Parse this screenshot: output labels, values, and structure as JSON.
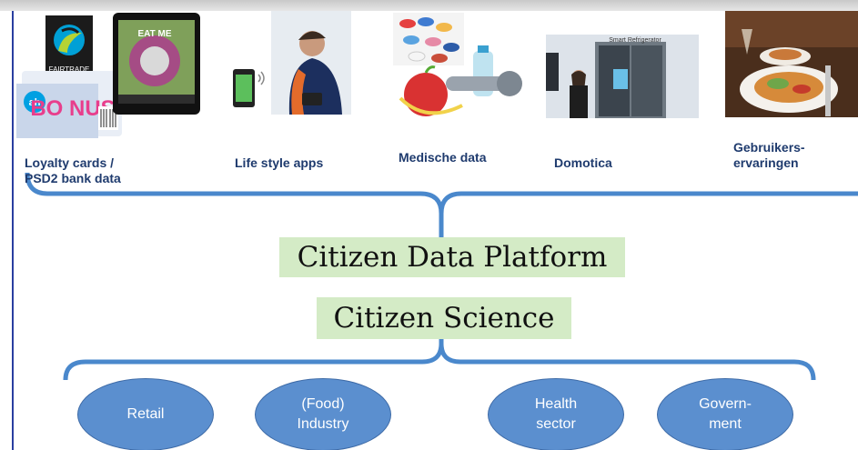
{
  "sources": [
    {
      "id": "loyalty",
      "label_line1": "Loyalty cards /",
      "label_line2": "PSD2 bank data",
      "logo_text": "FAIRTRADE",
      "bonus_text": "BO NUS",
      "ah_text": "ah",
      "phone_text": "EAT ME"
    },
    {
      "id": "lifestyle",
      "label_line1": "Life style apps",
      "label_line2": ""
    },
    {
      "id": "medical",
      "label_line1": "Medische data",
      "label_line2": ""
    },
    {
      "id": "domotica",
      "label_line1": "Domotica",
      "label_line2": "",
      "fridge_text": "Smart Refrigerator"
    },
    {
      "id": "experiences",
      "label_line1": "Gebruikers-",
      "label_line2": "ervaringen"
    }
  ],
  "platform": {
    "title": "Citizen Data Platform",
    "subtitle": "Citizen Science"
  },
  "sectors": [
    {
      "id": "retail",
      "label": "Retail"
    },
    {
      "id": "food",
      "label": "(Food)\nIndustry"
    },
    {
      "id": "health",
      "label": "Health\nsector"
    },
    {
      "id": "gov",
      "label": "Govern-\nment"
    }
  ],
  "colors": {
    "label_text": "#1f3b6e",
    "bracket": "#4a88cc",
    "box_fill": "#d4ebc6",
    "ellipse_fill": "#5b8fcf",
    "frame_line": "#2a3fa0"
  }
}
